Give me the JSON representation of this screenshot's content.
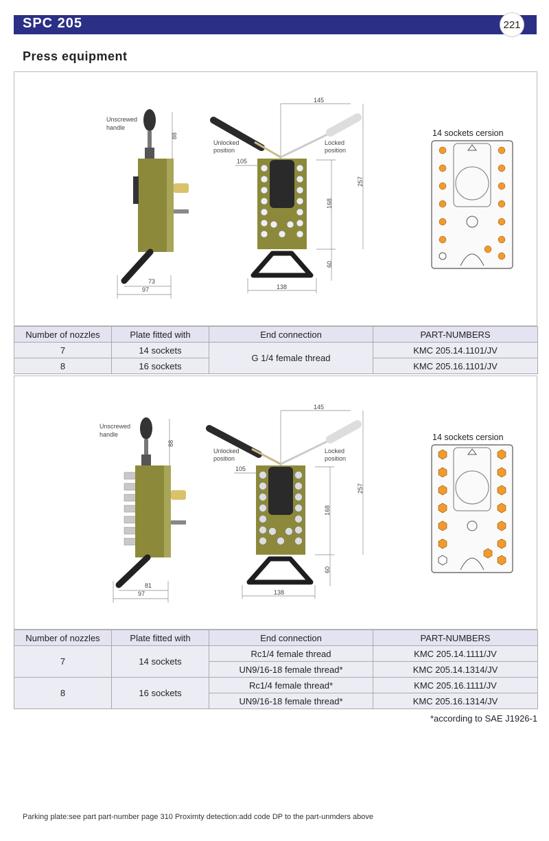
{
  "header": {
    "title": "SPC 205",
    "page_number": "221"
  },
  "section_title": "Press equipment",
  "figure1": {
    "side_view": {
      "handle_label_1": "Unscrewed",
      "handle_label_2": "handle",
      "dim_top": "88",
      "dim_bottom_inner": "73",
      "dim_bottom_outer": "97"
    },
    "front_view": {
      "unlocked_1": "Unlocked",
      "unlocked_2": "position",
      "locked_1": "Locked",
      "locked_2": "position",
      "dim_width_top": "145",
      "dim_left": "105",
      "dim_height": "257",
      "dim_plate": "168",
      "dim_handle": "60",
      "dim_bottom": "138"
    },
    "socket_plate": {
      "title": "14 sockets cersion",
      "socket_color": "#f29a2e",
      "frame_color": "#555"
    }
  },
  "table1": {
    "headers": [
      "Number of nozzles",
      "Plate fitted with",
      "End connection",
      "PART-NUMBERS"
    ],
    "rows": [
      {
        "nozzles": "7",
        "plate": "14 sockets",
        "connection": "G 1/4  female thread",
        "part": "KMC 205.14.1101/JV"
      },
      {
        "nozzles": "8",
        "plate": "16 sockets",
        "part": "KMC 205.16.1101/JV"
      }
    ]
  },
  "figure2": {
    "side_view": {
      "handle_label_1": "Unscrewed",
      "handle_label_2": "handle",
      "dim_top": "88",
      "dim_bottom_inner": "81",
      "dim_bottom_outer": "97"
    },
    "front_view": {
      "unlocked_1": "Unlocked",
      "unlocked_2": "position",
      "locked_1": "Locked",
      "locked_2": "position",
      "dim_width_top": "145",
      "dim_left": "105",
      "dim_height": "257",
      "dim_plate": "168",
      "dim_handle": "60",
      "dim_bottom": "138"
    },
    "socket_plate": {
      "title": "14 sockets cersion"
    }
  },
  "table2": {
    "headers": [
      "Number of nozzles",
      "Plate fitted with",
      "End connection",
      "PART-NUMBERS"
    ],
    "groups": [
      {
        "nozzles": "7",
        "plate": "14 sockets",
        "rows": [
          {
            "connection": "Rc1/4 female thread",
            "part": "KMC 205.14.1111/JV"
          },
          {
            "connection": "UN9/16-18 female thread*",
            "part": "KMC 205.14.1314/JV"
          }
        ]
      },
      {
        "nozzles": "8",
        "plate": "16 sockets",
        "rows": [
          {
            "connection": "Rc1/4 female thread*",
            "part": "KMC 205.16.1111/JV"
          },
          {
            "connection": "UN9/16-18 female thread*",
            "part": "KMC 205.16.1314/JV"
          }
        ]
      }
    ]
  },
  "footnote": "*according to SAE J1926-1",
  "footer": "Parking plate:see part part-number page 310  Proximty detection:add code DP to the part-unmders above"
}
